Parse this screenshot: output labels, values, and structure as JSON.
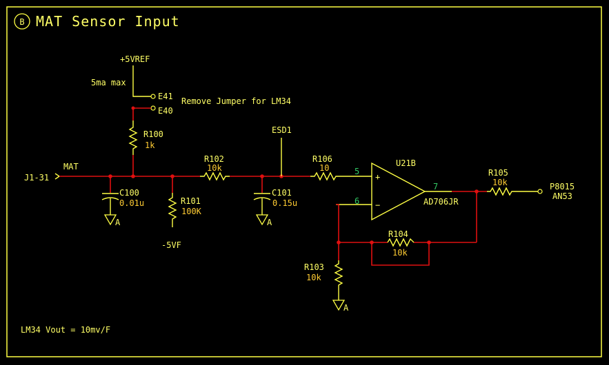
{
  "title": {
    "badge": "B",
    "text": "MAT Sensor Input"
  },
  "power": {
    "vref": "+5VREF",
    "vneg": "-5VF",
    "max_current": "5ma max"
  },
  "jumpers": {
    "e41": "E41",
    "e40": "E40",
    "note": "Remove Jumper for LM34"
  },
  "connectors": {
    "input": "J1-31",
    "input_net": "MAT",
    "esd": "ESD1",
    "output_ref": "P8015",
    "output_net": "AN53"
  },
  "components": {
    "r100": {
      "ref": "R100",
      "value": "1k"
    },
    "r101": {
      "ref": "R101",
      "value": "100K"
    },
    "r102": {
      "ref": "R102",
      "value": "10k"
    },
    "r103": {
      "ref": "R103",
      "value": "10k"
    },
    "r104": {
      "ref": "R104",
      "value": "10k"
    },
    "r105": {
      "ref": "R105",
      "value": "10k"
    },
    "r106": {
      "ref": "R106",
      "value": "10"
    },
    "c100": {
      "ref": "C100",
      "value": "0.01u"
    },
    "c101": {
      "ref": "C101",
      "value": "0.15u"
    },
    "u21": {
      "ref": "U21B",
      "part": "AD706JR"
    }
  },
  "pins": {
    "in_plus": "5",
    "in_minus": "6",
    "out": "7"
  },
  "ground_label": "A",
  "note": "LM34 Vout = 10mv/F",
  "colors": {
    "background": "#000000",
    "wire": "#e01010",
    "component": "#ffff44",
    "label": "#ffff66",
    "value": "#ffcc33",
    "pin": "#33cc66"
  }
}
